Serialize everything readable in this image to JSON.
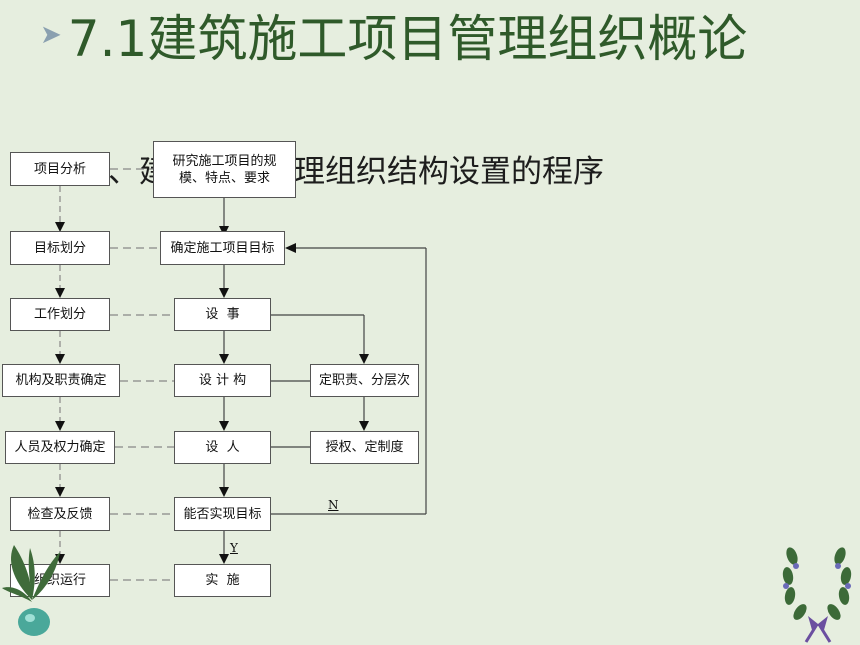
{
  "slide": {
    "title": "7.1建筑施工项目管理组织概论",
    "subtitle": "、建立项目管理组织结构设置的程序"
  },
  "left_column": [
    "项目分析",
    "目标划分",
    "工作划分",
    "机构及职责确定",
    "人员及权力确定",
    "检查及反馈",
    "组织运行"
  ],
  "center_column": [
    "研究施工项目的规模、特点、要求",
    "确定施工项目目标",
    "设  事",
    "设 计 构",
    "设  人",
    "能否实现目标",
    "实  施"
  ],
  "right_column": [
    "定职责、分层次",
    "授权、定制度"
  ],
  "labels": {
    "no": "N",
    "yes": "Y"
  },
  "colors": {
    "background": "#e6eedf",
    "title": "#2f5a2a"
  }
}
